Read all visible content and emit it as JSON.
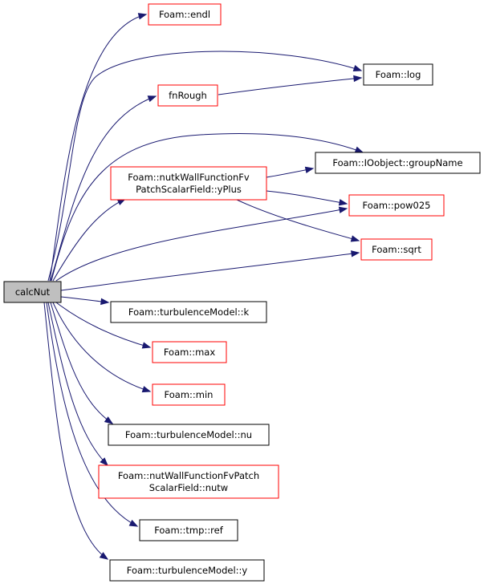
{
  "graph": {
    "root": {
      "label": "calcNut",
      "fill": "#bfbfbf",
      "border": "#000000"
    },
    "nodes": [
      {
        "id": "endl",
        "lines": [
          "Foam::endl"
        ],
        "border": "#ff0000"
      },
      {
        "id": "log",
        "lines": [
          "Foam::log"
        ],
        "border": "#000000"
      },
      {
        "id": "fnRough",
        "lines": [
          "fnRough"
        ],
        "border": "#ff0000"
      },
      {
        "id": "groupName",
        "lines": [
          "Foam::IOobject::groupName"
        ],
        "border": "#000000"
      },
      {
        "id": "yPlus",
        "lines": [
          "Foam::nutkWallFunctionFv",
          "PatchScalarField::yPlus"
        ],
        "border": "#ff0000"
      },
      {
        "id": "pow025",
        "lines": [
          "Foam::pow025"
        ],
        "border": "#ff0000"
      },
      {
        "id": "sqrt",
        "lines": [
          "Foam::sqrt"
        ],
        "border": "#ff0000"
      },
      {
        "id": "k",
        "lines": [
          "Foam::turbulenceModel::k"
        ],
        "border": "#000000"
      },
      {
        "id": "max",
        "lines": [
          "Foam::max"
        ],
        "border": "#ff0000"
      },
      {
        "id": "min",
        "lines": [
          "Foam::min"
        ],
        "border": "#ff0000"
      },
      {
        "id": "nu",
        "lines": [
          "Foam::turbulenceModel::nu"
        ],
        "border": "#000000"
      },
      {
        "id": "nutw",
        "lines": [
          "Foam::nutWallFunctionFvPatch",
          "ScalarField::nutw"
        ],
        "border": "#ff0000"
      },
      {
        "id": "ref",
        "lines": [
          "Foam::tmp::ref"
        ],
        "border": "#000000"
      },
      {
        "id": "y",
        "lines": [
          "Foam::turbulenceModel::y"
        ],
        "border": "#000000"
      }
    ],
    "edges": [
      [
        "root",
        "endl"
      ],
      [
        "root",
        "log"
      ],
      [
        "root",
        "fnRough"
      ],
      [
        "root",
        "groupName"
      ],
      [
        "root",
        "yPlus"
      ],
      [
        "root",
        "pow025"
      ],
      [
        "root",
        "sqrt"
      ],
      [
        "root",
        "k"
      ],
      [
        "root",
        "max"
      ],
      [
        "root",
        "min"
      ],
      [
        "root",
        "nu"
      ],
      [
        "root",
        "nutw"
      ],
      [
        "root",
        "ref"
      ],
      [
        "root",
        "y"
      ],
      [
        "fnRough",
        "log"
      ],
      [
        "yPlus",
        "groupName"
      ],
      [
        "yPlus",
        "pow025"
      ],
      [
        "yPlus",
        "sqrt"
      ]
    ],
    "edge_color": "#191970"
  }
}
